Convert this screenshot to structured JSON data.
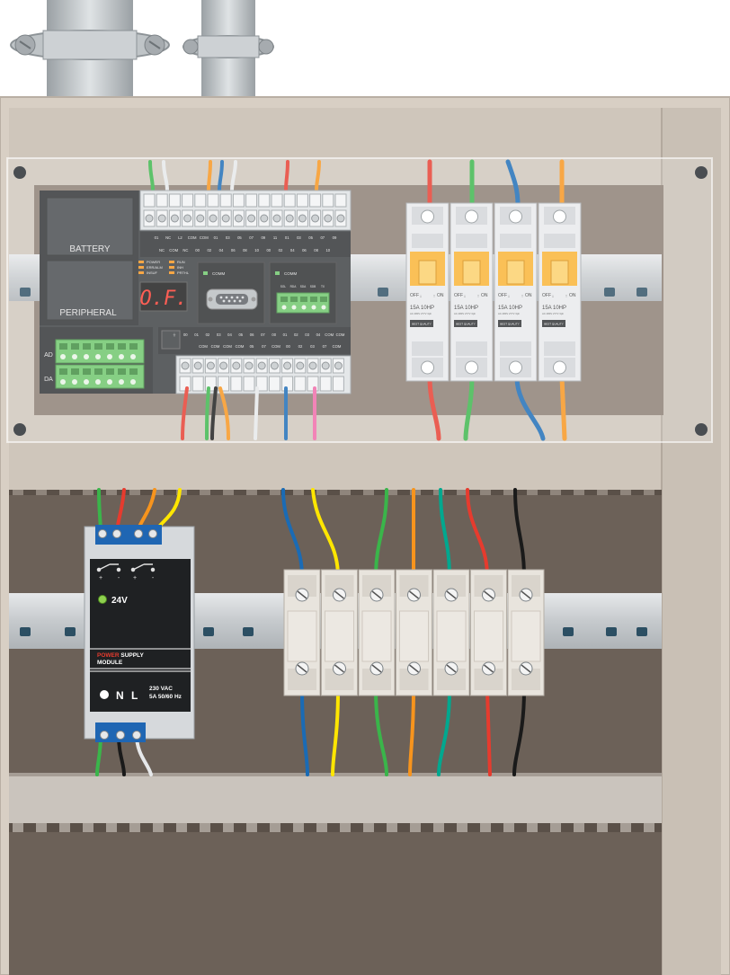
{
  "plc": {
    "battery_label": "BATTERY",
    "peripheral_label": "PERIPHERAL",
    "display_text": "O.F.",
    "ad_label": "AD",
    "da_label": "DA",
    "comm_label_1": "COMM",
    "comm_label_2": "COMM",
    "status_leds": [
      "POWER",
      "ERR/ALM",
      "INSUF"
    ],
    "status_leds_right": [
      "RUN",
      "INH",
      "PRTHL"
    ],
    "top_terminal_row1": [
      "",
      "",
      "",
      "",
      "",
      "",
      "",
      "",
      "",
      "",
      "",
      "",
      "",
      "",
      "",
      ""
    ],
    "top_labels_a": [
      "01",
      "NC",
      "L2",
      "COM",
      "COM",
      "01",
      "03",
      "05",
      "07",
      "09",
      "11",
      "01",
      "03",
      "05",
      "07",
      "09"
    ],
    "top_labels_b": [
      "NC",
      "COM",
      "NC",
      "00",
      "02",
      "04",
      "06",
      "08",
      "10",
      "00",
      "02",
      "04",
      "06",
      "08",
      "10"
    ],
    "bottom_labels_a": [
      "⏚",
      "00",
      "01",
      "02",
      "03",
      "04",
      "05",
      "06",
      "07",
      "00",
      "01",
      "02",
      "03",
      "04",
      "COM",
      "COM"
    ],
    "bottom_labels_b": [
      "COM",
      "COM",
      "COM",
      "COM",
      "05",
      "07",
      "COM",
      "00",
      "02",
      "03",
      "07",
      "COM"
    ],
    "comm_port_labels": [
      "SGL",
      "RDA",
      "SDA",
      "SDB",
      "TX"
    ]
  },
  "breakers": [
    {
      "off": "OFF",
      "on": "ON",
      "rating": "15A  10HP",
      "spec": "AC 480V 277V 3ph",
      "badge": "BEST QUALITY"
    },
    {
      "off": "OFF",
      "on": "ON",
      "rating": "15A  10HP",
      "spec": "AC 480V 277V 3ph",
      "badge": "BEST QUALITY"
    },
    {
      "off": "OFF",
      "on": "ON",
      "rating": "15A  10HP",
      "spec": "AC 480V 277V 3ph",
      "badge": "BEST QUALITY"
    },
    {
      "off": "OFF",
      "on": "ON",
      "rating": "15A  10HP",
      "spec": "AC 480V 277V 3ph",
      "badge": "BEST QUALITY"
    }
  ],
  "psu": {
    "voltage": "24V",
    "title_red": "POWER",
    "title_rest": " SUPPLY",
    "title_line2": "MODULE",
    "n_label": "N",
    "l_label": "L",
    "input_line1": "230 VAC",
    "input_line2": "5A 50/60 Hz",
    "plus_minus": [
      "+",
      "-",
      "+",
      "-"
    ]
  },
  "colors": {
    "cabinet": "#d8cfc4",
    "backplate": "#7a6d62",
    "din_rail": "#c9cccf",
    "green": "#3ab54a",
    "red": "#e63b2e",
    "orange": "#f7941d",
    "yellow": "#ffe600",
    "blue": "#1a6bb5",
    "teal": "#00a88f",
    "black": "#1a1a1a",
    "breaker_handle": "#f9b233"
  }
}
